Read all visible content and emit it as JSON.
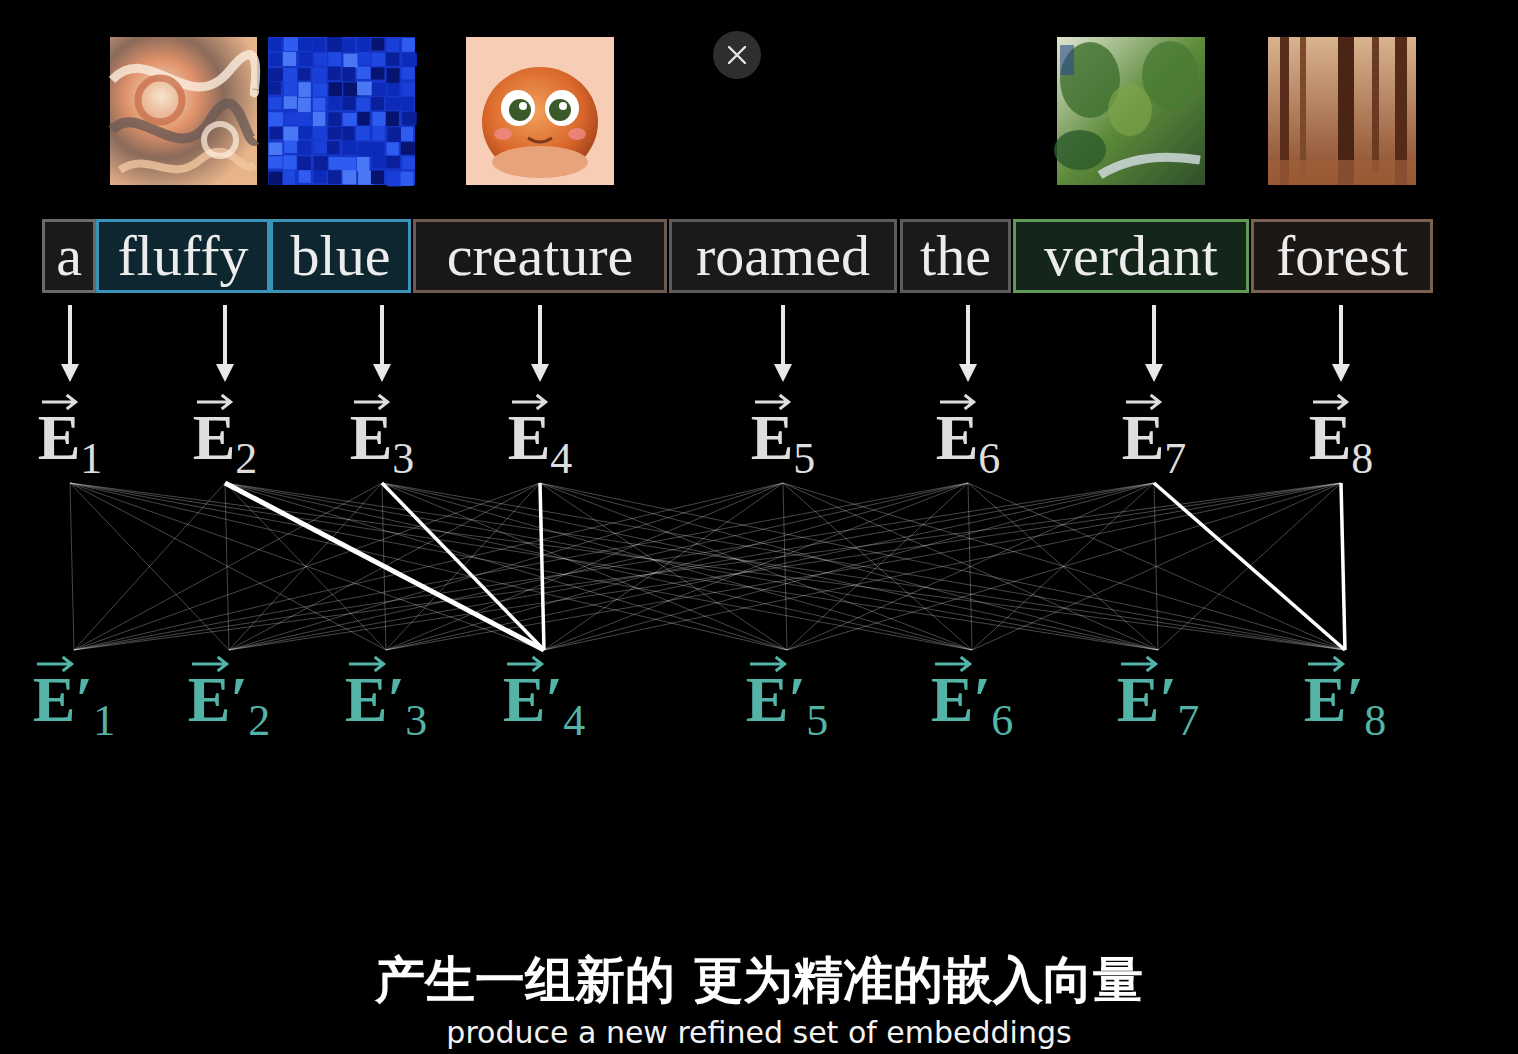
{
  "diagram": {
    "caption": "产生一组新的 更为精准的嵌入向量",
    "nodes": [
      {
        "text": [
          "a"
        ]
      },
      {
        "text": [
          "fluffy"
        ]
      },
      {
        "text": [
          "blue"
        ]
      },
      {
        "text": [
          "creature"
        ]
      },
      {
        "text": [
          "roamed"
        ]
      },
      {
        "text": [
          "the"
        ]
      },
      {
        "text": [
          "verdant"
        ]
      },
      {
        "text": [
          "forest"
        ]
      },
      {
        "text": [
          "E",
          "1"
        ]
      },
      {
        "text": [
          "E",
          "2"
        ]
      },
      {
        "text": [
          "E",
          "3"
        ]
      },
      {
        "text": [
          "E",
          "4"
        ]
      },
      {
        "text": [
          "E",
          "5"
        ]
      },
      {
        "text": [
          "E",
          "6"
        ]
      },
      {
        "text": [
          "E",
          "7"
        ]
      },
      {
        "text": [
          "E",
          "8"
        ]
      },
      {
        "text": [
          "E′",
          "1"
        ]
      },
      {
        "text": [
          "E′",
          "2"
        ]
      },
      {
        "text": [
          "E′",
          "3"
        ]
      },
      {
        "text": [
          "E′",
          "4"
        ]
      },
      {
        "text": [
          "E′",
          "5"
        ]
      },
      {
        "text": [
          "E′",
          "6"
        ]
      },
      {
        "text": [
          "E′",
          "7"
        ]
      },
      {
        "text": [
          "E′",
          "8"
        ]
      }
    ],
    "edges": [
      {
        "from": 0,
        "to": 8,
        "arrow": "to"
      },
      {
        "from": 1,
        "to": 9,
        "arrow": "to"
      },
      {
        "from": 2,
        "to": 10,
        "arrow": "to"
      },
      {
        "from": 3,
        "to": 11,
        "arrow": "to"
      },
      {
        "from": 4,
        "to": 12,
        "arrow": "to"
      },
      {
        "from": 5,
        "to": 13,
        "arrow": "to"
      },
      {
        "from": 6,
        "to": 14,
        "arrow": "to"
      },
      {
        "from": 7,
        "to": 15,
        "arrow": "to"
      },
      {
        "from": 8,
        "to": 16,
        "arrow": "none"
      },
      {
        "from": 8,
        "to": 17,
        "arrow": "none"
      },
      {
        "from": 8,
        "to": 18,
        "arrow": "none"
      },
      {
        "from": 8,
        "to": 19,
        "arrow": "none"
      },
      {
        "from": 8,
        "to": 20,
        "arrow": "none"
      },
      {
        "from": 8,
        "to": 21,
        "arrow": "none"
      },
      {
        "from": 8,
        "to": 22,
        "arrow": "none"
      },
      {
        "from": 8,
        "to": 23,
        "arrow": "none"
      },
      {
        "from": 9,
        "to": 16,
        "arrow": "none"
      },
      {
        "from": 9,
        "to": 17,
        "arrow": "none"
      },
      {
        "from": 9,
        "to": 18,
        "arrow": "none"
      },
      {
        "from": 9,
        "to": 19,
        "arrow": "none"
      },
      {
        "from": 9,
        "to": 20,
        "arrow": "none"
      },
      {
        "from": 9,
        "to": 21,
        "arrow": "none"
      },
      {
        "from": 9,
        "to": 22,
        "arrow": "none"
      },
      {
        "from": 9,
        "to": 23,
        "arrow": "none"
      },
      {
        "from": 10,
        "to": 16,
        "arrow": "none"
      },
      {
        "from": 10,
        "to": 17,
        "arrow": "none"
      },
      {
        "from": 10,
        "to": 18,
        "arrow": "none"
      },
      {
        "from": 10,
        "to": 19,
        "arrow": "none"
      },
      {
        "from": 10,
        "to": 20,
        "arrow": "none"
      },
      {
        "from": 10,
        "to": 21,
        "arrow": "none"
      },
      {
        "from": 10,
        "to": 22,
        "arrow": "none"
      },
      {
        "from": 10,
        "to": 23,
        "arrow": "none"
      },
      {
        "from": 11,
        "to": 16,
        "arrow": "none"
      },
      {
        "from": 11,
        "to": 17,
        "arrow": "none"
      },
      {
        "from": 11,
        "to": 18,
        "arrow": "none"
      },
      {
        "from": 11,
        "to": 19,
        "arrow": "none"
      },
      {
        "from": 11,
        "to": 20,
        "arrow": "none"
      },
      {
        "from": 11,
        "to": 21,
        "arrow": "none"
      },
      {
        "from": 11,
        "to": 22,
        "arrow": "none"
      },
      {
        "from": 11,
        "to": 23,
        "arrow": "none"
      },
      {
        "from": 12,
        "to": 16,
        "arrow": "none"
      },
      {
        "from": 12,
        "to": 17,
        "arrow": "none"
      },
      {
        "from": 12,
        "to": 18,
        "arrow": "none"
      },
      {
        "from": 12,
        "to": 19,
        "arrow": "none"
      },
      {
        "from": 12,
        "to": 20,
        "arrow": "none"
      },
      {
        "from": 12,
        "to": 21,
        "arrow": "none"
      },
      {
        "from": 12,
        "to": 22,
        "arrow": "none"
      },
      {
        "from": 12,
        "to": 23,
        "arrow": "none"
      },
      {
        "from": 13,
        "to": 16,
        "arrow": "none"
      },
      {
        "from": 13,
        "to": 17,
        "arrow": "none"
      },
      {
        "from": 13,
        "to": 18,
        "arrow": "none"
      },
      {
        "from": 13,
        "to": 19,
        "arrow": "none"
      },
      {
        "from": 13,
        "to": 20,
        "arrow": "none"
      },
      {
        "from": 13,
        "to": 21,
        "arrow": "none"
      },
      {
        "from": 13,
        "to": 22,
        "arrow": "none"
      },
      {
        "from": 13,
        "to": 23,
        "arrow": "none"
      },
      {
        "from": 14,
        "to": 16,
        "arrow": "none"
      },
      {
        "from": 14,
        "to": 17,
        "arrow": "none"
      },
      {
        "from": 14,
        "to": 18,
        "arrow": "none"
      },
      {
        "from": 14,
        "to": 19,
        "arrow": "none"
      },
      {
        "from": 14,
        "to": 20,
        "arrow": "none"
      },
      {
        "from": 14,
        "to": 21,
        "arrow": "none"
      },
      {
        "from": 14,
        "to": 22,
        "arrow": "none"
      },
      {
        "from": 14,
        "to": 23,
        "arrow": "none"
      },
      {
        "from": 15,
        "to": 16,
        "arrow": "none"
      },
      {
        "from": 15,
        "to": 17,
        "arrow": "none"
      },
      {
        "from": 15,
        "to": 18,
        "arrow": "none"
      },
      {
        "from": 15,
        "to": 19,
        "arrow": "none"
      },
      {
        "from": 15,
        "to": 20,
        "arrow": "none"
      },
      {
        "from": 15,
        "to": 21,
        "arrow": "none"
      },
      {
        "from": 15,
        "to": 22,
        "arrow": "none"
      },
      {
        "from": 15,
        "to": 23,
        "arrow": "none"
      }
    ],
    "labels": [
      "produce a new refined set of embeddings"
    ]
  }
}
